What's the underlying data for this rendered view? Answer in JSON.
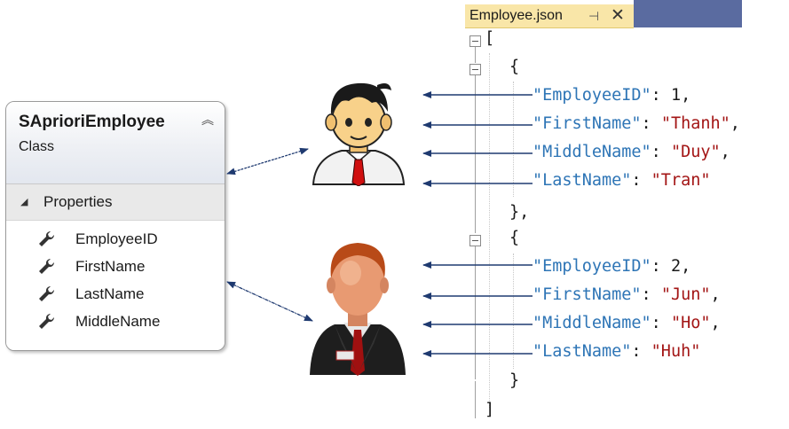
{
  "class_box": {
    "name": "SAprioriEmployee",
    "type": "Class",
    "section": "Properties",
    "properties": [
      "EmployeeID",
      "FirstName",
      "LastName",
      "MiddleName"
    ]
  },
  "editor": {
    "tab_title": "Employee.json",
    "pin_glyph": "⊣",
    "close_glyph": "✕"
  },
  "json": {
    "open_bracket": "[",
    "close_bracket": "]",
    "open_brace": "{",
    "close_brace_1": "},",
    "close_brace_2": "}",
    "records": [
      {
        "k1": "\"EmployeeID\"",
        "v1": "1",
        "k2": "\"FirstName\"",
        "v2": "\"Thanh\"",
        "k3": "\"MiddleName\"",
        "v3": "\"Duy\"",
        "k4": "\"LastName\"",
        "v4": "\"Tran\""
      },
      {
        "k1": "\"EmployeeID\"",
        "v1": "2",
        "k2": "\"FirstName\"",
        "v2": "\"Jun\"",
        "k3": "\"MiddleName\"",
        "v3": "\"Ho\"",
        "k4": "\"LastName\"",
        "v4": "\"Huh\""
      }
    ]
  },
  "colors": {
    "key": "#2e75b6",
    "string": "#a31515",
    "arrow": "#1f3a70",
    "tab": "#f9e6a8"
  }
}
